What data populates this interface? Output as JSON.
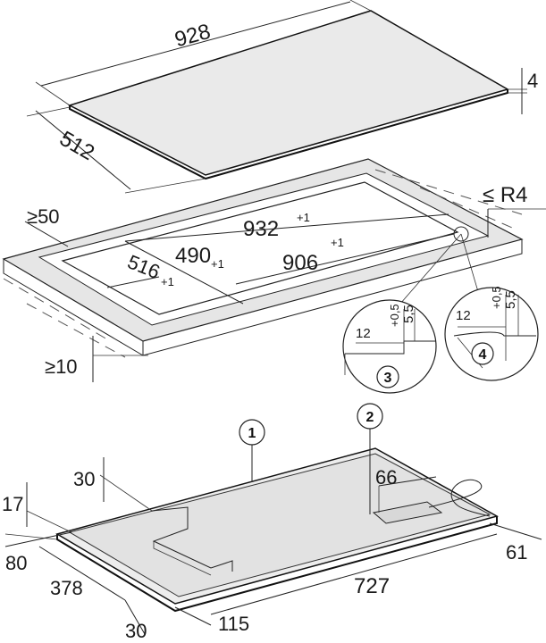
{
  "cooktop_glass": {
    "width": "928",
    "depth": "512",
    "thickness": "4"
  },
  "worktop_cutout": {
    "min_back": "≥50",
    "min_front": "≥10",
    "radius": "≤ R4",
    "rebate_width": "932",
    "rebate_width_tol": "+1",
    "rebate_depth": "490",
    "rebate_depth_tol": "+1",
    "cutout_width": "906",
    "cutout_width_tol": "+1",
    "cutout_depth": "516",
    "cutout_depth_tol": "+1"
  },
  "details": [
    {
      "callout": "3",
      "d12": "12",
      "tol": "+0,5",
      "d55": "5,5"
    },
    {
      "callout": "4",
      "d12": "12",
      "tol": "+0,5",
      "d55": "5,5"
    }
  ],
  "appliance": {
    "callout_1": "1",
    "callout_2": "2",
    "d30_top": "30",
    "d66": "66",
    "d17": "17",
    "d80": "80",
    "d378": "378",
    "d30_bottom": "30",
    "d727": "727",
    "d115": "115",
    "d61": "61"
  }
}
